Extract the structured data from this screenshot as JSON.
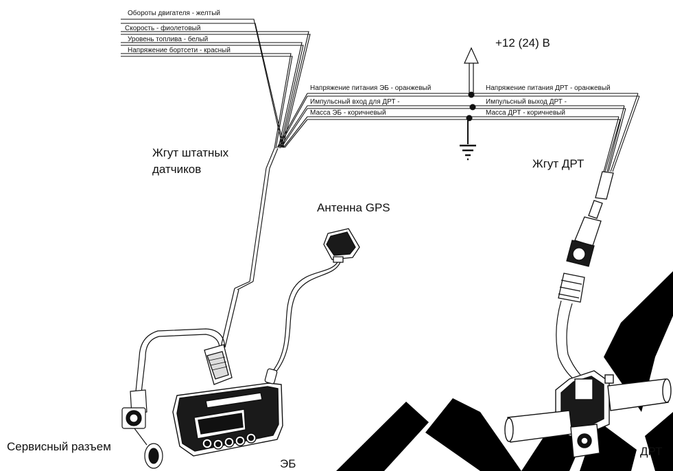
{
  "wires_left": {
    "engine_rpm": "Обороты двигателя - желтый",
    "speed": "Скорость - фиолетовый",
    "fuel_level": "Уровень топлива - белый",
    "onboard_voltage": "Напряжение бортсети - красный"
  },
  "power": {
    "supply": "+12 (24) В",
    "eb_power": "Напряжение питания ЭБ - оранжевый",
    "drt_power": "Напряжение питания ДРТ - оранжевый",
    "eb_pulse_in": "Импульсный вход для ДРТ -",
    "drt_pulse_out": "Импульсный выход ДРТ -",
    "eb_ground": "Масса ЭБ - коричневый",
    "drt_ground": "Масса ДРТ - коричневый"
  },
  "labels": {
    "harness_line1": "Жгут штатных",
    "harness_line2": "датчиков",
    "drt_harness": "Жгут ДРТ",
    "gps_antenna": "Антенна GPS",
    "service_connector": "Сервисный разъем",
    "eb": "ЭБ",
    "drt": "ДРТ"
  },
  "colors": {
    "line": "#111111",
    "watermark": "#000000"
  }
}
